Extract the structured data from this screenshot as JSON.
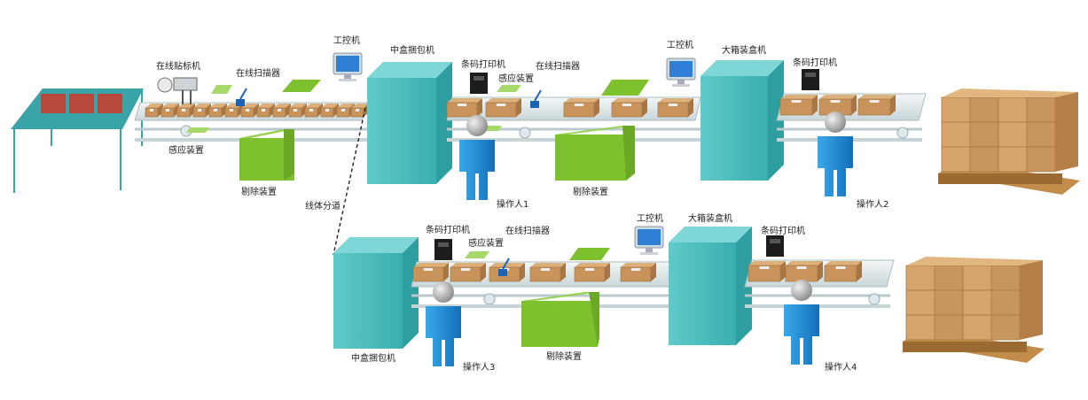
{
  "line1": {
    "labeler": "在线贴标机",
    "scanner": "在线扫描器",
    "sensor": "感应装置",
    "reject": "剔除装置",
    "ipc": "工控机",
    "bundler": "中盒捆包机",
    "printer": "条码打印机",
    "sensor2": "感应装置",
    "scanner2": "在线扫描器",
    "reject2": "剔除装置",
    "operator1": "操作人1",
    "ipc2": "工控机",
    "caser": "大箱装盒机",
    "printer2": "条码打印机",
    "operator2": "操作人2"
  },
  "split": "线体分道",
  "line2": {
    "printer": "条码打印机",
    "sensor": "感应装置",
    "scanner": "在线扫描器",
    "ipc": "工控机",
    "caser": "大箱装盒机",
    "printer2": "条码打印机",
    "bundler": "中盒捆包机",
    "operator3": "操作人3",
    "reject": "剔除装置",
    "operator4": "操作人4"
  },
  "colors": {
    "machine": "#4fbfbf",
    "reject": "#7dc22e",
    "operator": "#1e8fd6",
    "conveyor": "#dfe9ea",
    "box": "#c8945c",
    "table": "#39a0a6"
  }
}
